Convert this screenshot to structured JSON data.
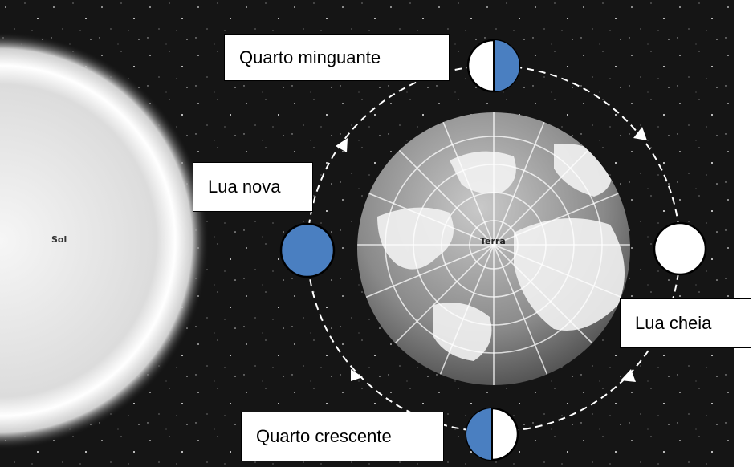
{
  "bodies": {
    "sun": {
      "name": "Sol"
    },
    "earth": {
      "name": "Terra"
    }
  },
  "phases": {
    "new_moon": {
      "label": "Lua nova"
    },
    "waning_quarter": {
      "label": "Quarto minguante"
    },
    "full_moon": {
      "label": "Lua cheia"
    },
    "waxing_quarter": {
      "label": "Quarto crescente"
    }
  },
  "colors": {
    "space": "#151515",
    "moon_dark": "#4a7fc1",
    "moon_light": "#ffffff",
    "orbit": "#ffffff"
  }
}
